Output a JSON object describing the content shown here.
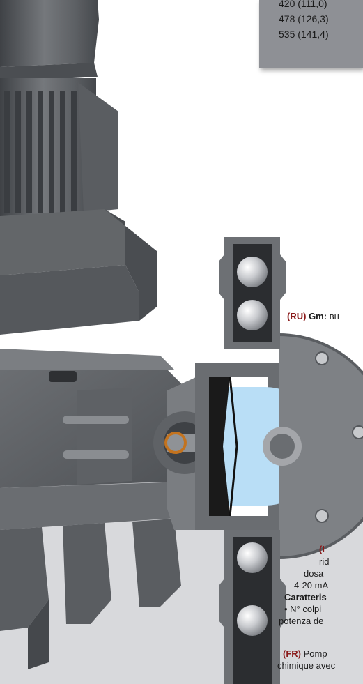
{
  "table": {
    "rows": [
      "420 (111,0)",
      "478 (126,3)",
      "535 (141,4)"
    ]
  },
  "text": {
    "ru_tag": "(RU)",
    "ru_label": "Gm:",
    "ru_rest": "вн",
    "it_tag": "(I",
    "it_line1": "rid",
    "it_line2": "dosa",
    "it_line3": "4-20 mA",
    "it_line4": "Caratteris",
    "it_line5": "• N° colpi",
    "it_line6": "potenza de",
    "fr_tag": "(FR)",
    "fr_rest": "Pomp",
    "fr_line2": "chimique avec"
  },
  "colors": {
    "metal_dark": "#55585c",
    "metal_mid": "#6f7276",
    "metal_light": "#9b9da1",
    "panel_gray": "#8c8d91",
    "panel_light": "#d8d9dc",
    "accent_red": "#8a1a1a",
    "sight_glass": "#b9def6"
  }
}
